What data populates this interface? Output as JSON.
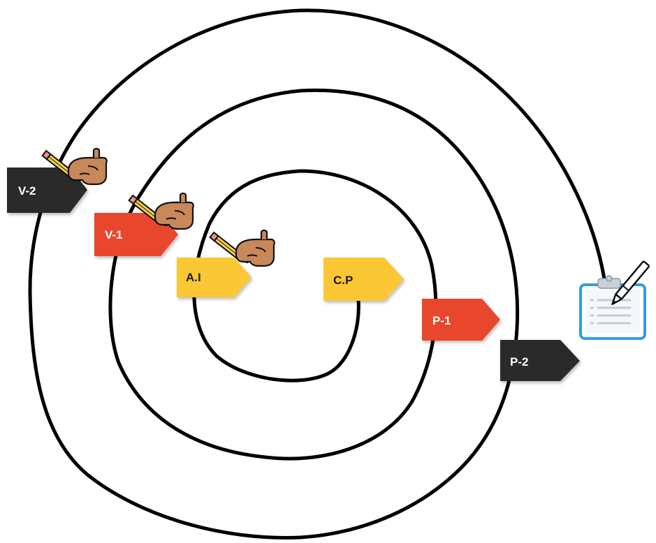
{
  "diagram": {
    "stages": [
      {
        "id": "v2",
        "label": "V-2",
        "color": "#2b2b2b",
        "text_color": "#ffffff",
        "has_hand_icon": true
      },
      {
        "id": "v1",
        "label": "V-1",
        "color": "#e8472d",
        "text_color": "#ffffff",
        "has_hand_icon": true
      },
      {
        "id": "ai",
        "label": "A.I",
        "color": "#fcc736",
        "text_color": "#1a1a1a",
        "has_hand_icon": true
      },
      {
        "id": "cp",
        "label": "C.P",
        "color": "#fcc736",
        "text_color": "#1a1a1a",
        "has_hand_icon": false
      },
      {
        "id": "p1",
        "label": "P-1",
        "color": "#e8472d",
        "text_color": "#ffffff",
        "has_hand_icon": false
      },
      {
        "id": "p2",
        "label": "P-2",
        "color": "#2b2b2b",
        "text_color": "#ffffff",
        "has_hand_icon": false
      }
    ],
    "end_icon": "clipboard-with-pen-icon",
    "stage_icon": "hand-writing-pencil-icon",
    "line_color": "#000000",
    "clipboard_accent": "#2f9bf0"
  }
}
